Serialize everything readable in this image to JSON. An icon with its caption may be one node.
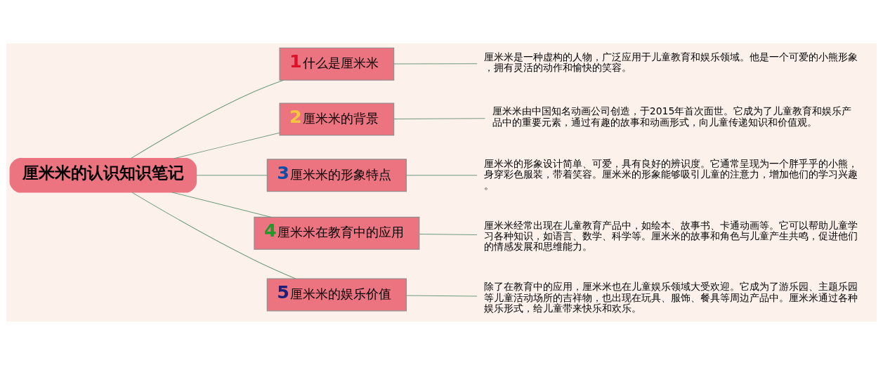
{
  "diagram": {
    "nodes": [
      {
        "text": [
          "厘米米的认识知识笔记"
        ]
      },
      {
        "text": [
          "1",
          "什么是厘米米"
        ]
      },
      {
        "text": [
          "厘米米是一种虚构的人物，广泛应用于儿童教育和娱乐领域。他是一个可爱的小熊形象，拥有灵活的动作和愉快的笑容。"
        ]
      },
      {
        "text": [
          "2",
          "厘米米的背景"
        ]
      },
      {
        "text": [
          "厘米米由中国知名动画公司创造，于2015年首次面世。它成为了儿童教育和娱乐产品中的重要元素，通过有趣的故事和动画形式，向儿童传递知识和价值观。"
        ]
      },
      {
        "text": [
          "3",
          "厘米米的形象特点"
        ]
      },
      {
        "text": [
          "厘米米的形象设计简单、可爱，具有良好的辨识度。它通常呈现为一个胖乎乎的小熊，身穿彩色服装，带着笑容。厘米米的形象能够吸引儿童的注意力，增加他们的学习兴趣。"
        ]
      },
      {
        "text": [
          "4",
          "厘米米在教育中的应用"
        ]
      },
      {
        "text": [
          "厘米米经常出现在儿童教育产品中，如绘本、故事书、卡通动画等。它可以帮助儿童学习各种知识，如语言、数学、科学等。厘米米的故事和角色与儿童产生共鸣，促进他们的情感发展和思维能力。"
        ]
      },
      {
        "text": [
          "5",
          "厘米米的娱乐价值"
        ]
      },
      {
        "text": [
          "除了在教育中的应用，厘米米也在儿童娱乐领域大受欢迎。它成为了游乐园、主题乐园等儿童活动场所的吉祥物，也出现在玩具、服饰、餐具等周边产品中。厘米米通过各种娱乐形式，给儿童带来快乐和欢乐。"
        ]
      }
    ],
    "edges": [
      {
        "from": 0,
        "to": 1,
        "arrow": "none"
      },
      {
        "from": 0,
        "to": 3,
        "arrow": "none"
      },
      {
        "from": 0,
        "to": 5,
        "arrow": "none"
      },
      {
        "from": 0,
        "to": 7,
        "arrow": "none"
      },
      {
        "from": 0,
        "to": 9,
        "arrow": "none"
      },
      {
        "from": 1,
        "to": 2,
        "arrow": "none"
      },
      {
        "from": 3,
        "to": 4,
        "arrow": "none"
      },
      {
        "from": 5,
        "to": 6,
        "arrow": "none"
      },
      {
        "from": 7,
        "to": 8,
        "arrow": "none"
      },
      {
        "from": 9,
        "to": 10,
        "arrow": "none"
      }
    ]
  }
}
